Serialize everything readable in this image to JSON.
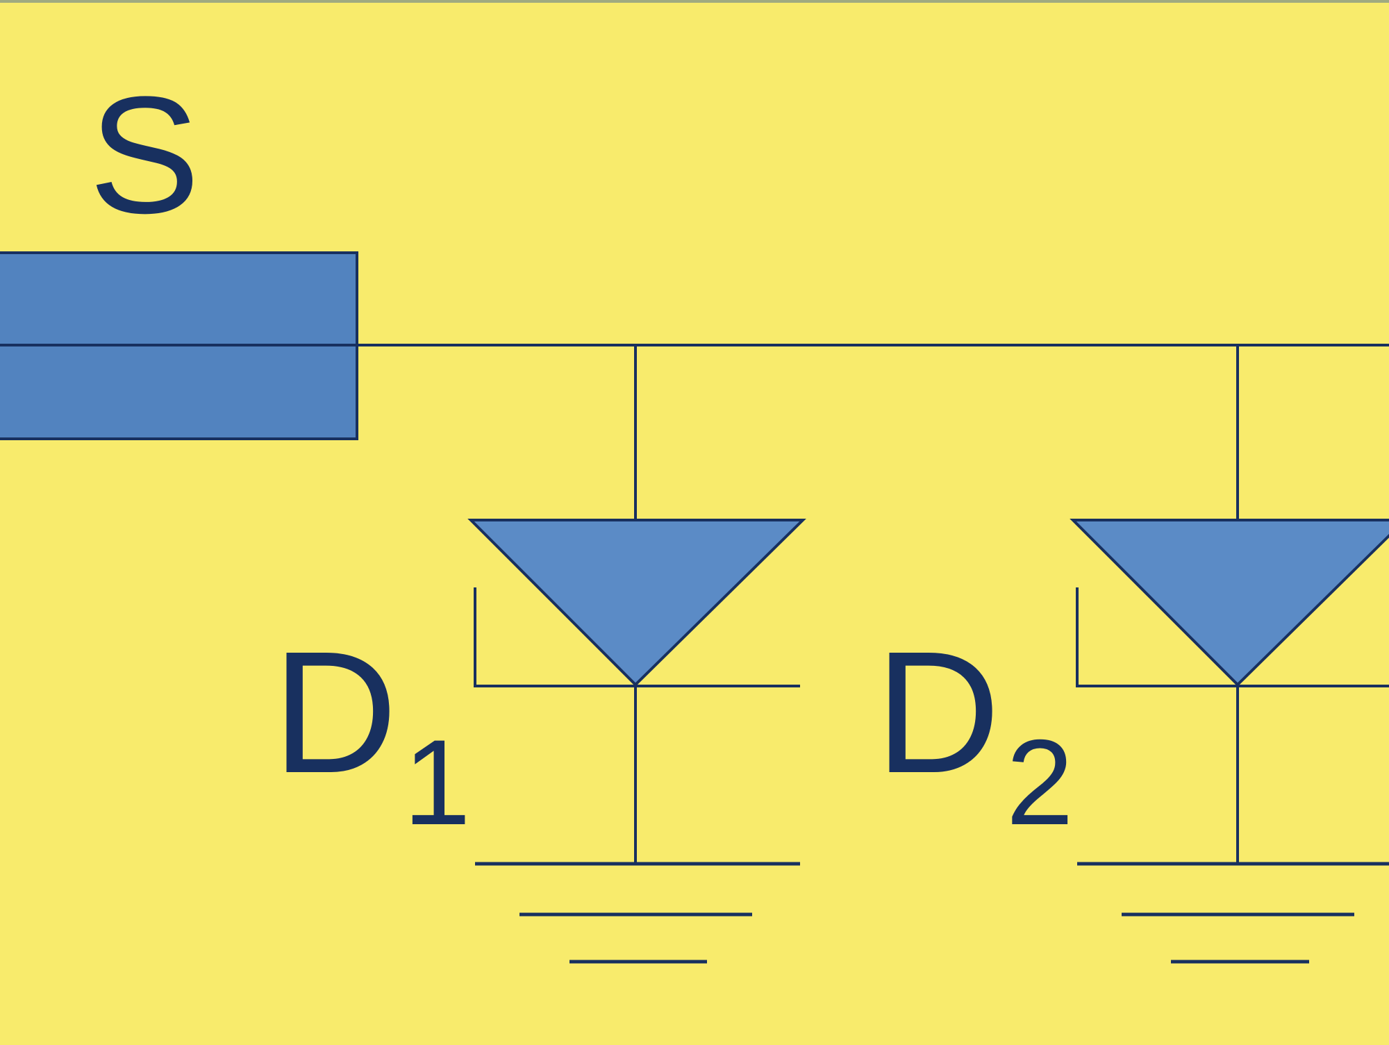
{
  "diagram": {
    "source_label": "S",
    "diodes": [
      {
        "letter": "D",
        "subscript": "1"
      },
      {
        "letter": "D",
        "subscript": "2"
      }
    ]
  },
  "colors": {
    "background": "#f8eb6c",
    "line": "#18305f",
    "fill": "#5888c4",
    "top_border": "#a0aa80"
  }
}
